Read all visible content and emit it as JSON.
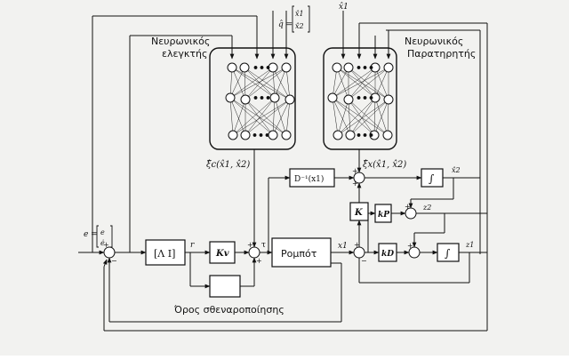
{
  "labels": {
    "controller_title_line1": "Νευρωνικός",
    "controller_title_line2": "ελεγκτής",
    "observer_title_line1": "Νευρωνικός",
    "observer_title_line2": "Παρατηρητής",
    "controller_output": "ξ̂c(x̂1, x̂2)",
    "observer_output": "ξ̂x(x̂1, x̂2)",
    "q_input": "q̂ =",
    "q_vec_top": "x̂1",
    "q_vec_bottom": "x̂2",
    "x1_input_top": "x̂1",
    "error_e": "e =",
    "error_vec_top": "e",
    "error_vec_bottom": "ė",
    "lambda_block": "[Λ I]",
    "r_signal": "r",
    "kv_block": "Kv",
    "tau_signal": "τ",
    "robot_block": "Ρομπότ",
    "x1_signal": "x1",
    "dinv_block": "D⁻¹(x1)",
    "k_block": "K",
    "kp_block": "kP",
    "kd_block": "kD",
    "integrator": "∫",
    "xhat2_signal": "x̂2",
    "z2_signal": "z2",
    "z1_signal": "z1",
    "robust_term_caption": "Όρος σθεναροποίησης",
    "ellipsis": "•••"
  }
}
